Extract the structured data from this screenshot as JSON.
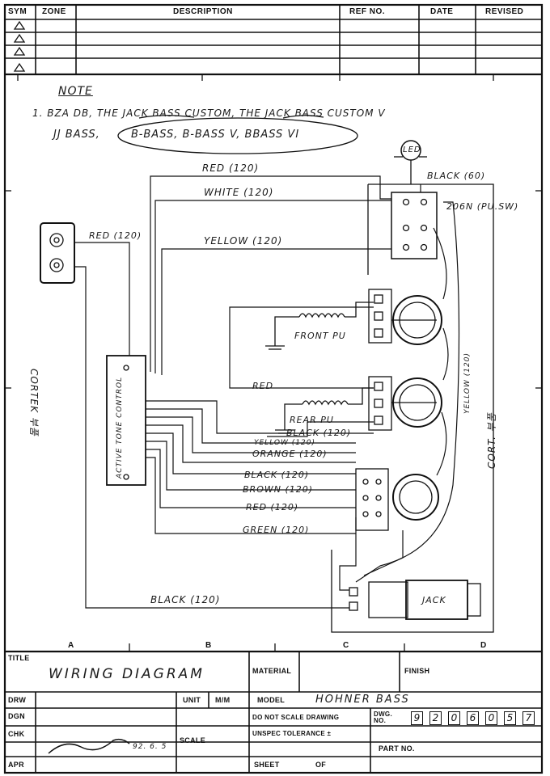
{
  "revision_table": {
    "headers": {
      "sym": "SYM",
      "zone": "ZONE",
      "description": "DESCRIPTION",
      "ref_no": "REF NO.",
      "date": "DATE",
      "revised": "REVISED"
    },
    "sym_marks": [
      "△",
      "△",
      "△",
      "△"
    ]
  },
  "note": {
    "title": "NOTE",
    "line1": "1. BZA DB, THE JACK BASS CUSTOM, THE JACK BASS CUSTOM V",
    "line2_a": "JJ BASS,",
    "line2_b": "B-BASS, B-BASS V, BBASS VI"
  },
  "labels": {
    "led": "LED",
    "black_60": "BLACK (60)",
    "switch": "206N (PU.SW)",
    "red_top": "RED (120)",
    "white": "WHITE (120)",
    "yellow_top": "YELLOW (120)",
    "red_left": "RED (120)",
    "front_pu": "FRONT PU",
    "red_mid": "RED",
    "rear_pu": "REAR PU",
    "black_rear": "BLACK (120)",
    "yellow_mid": "YELLOW (120)",
    "orange": "ORANGE (120)",
    "black_mid": "BLACK (120)",
    "brown": "BROWN (120)",
    "red_low": "RED (120)",
    "green": "GREEN (120)",
    "black_bottom": "BLACK (120)",
    "jack": "JACK",
    "active_tone": "ACTIVE TONE CONTROL",
    "yellow_vertical": "YELLOW (120)",
    "cortek": "CORTEK 부품",
    "cort": "CORT. 부품"
  },
  "zones": [
    "A",
    "B",
    "C",
    "D"
  ],
  "title_block": {
    "title_label": "TITLE",
    "title_value": "WIRING DIAGRAM",
    "material_label": "MATERIAL",
    "finish_label": "FINISH",
    "drw_label": "DRW",
    "unit_label": "UNIT",
    "unit_value": "M/M",
    "model_label": "MODEL",
    "model_value": "HOHNER BASS",
    "dgn_label": "DGN",
    "no_scale": "DO NOT SCALE DRAWING",
    "dwg_no_label": "DWG. NO.",
    "dwg_no_digits": [
      "9",
      "2",
      "0",
      "6",
      "0",
      "5",
      "7"
    ],
    "chk_label": "CHK",
    "chk_date": "92. 6. 5",
    "scale_label": "SCALE",
    "tolerance": "UNSPEC TOLERANCE ±",
    "part_no_label": "PART NO.",
    "apr_label": "APR",
    "sheet_label": "SHEET",
    "of_label": "OF"
  }
}
